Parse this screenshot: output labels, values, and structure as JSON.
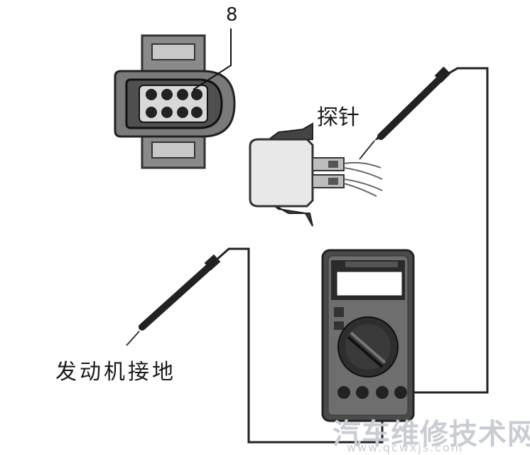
{
  "labels": {
    "pin_number": "8",
    "probe": "探针",
    "engine_ground": "发动机接地"
  },
  "watermark": {
    "main": "汽车维修技术网",
    "url": "www.qcwxjs.com"
  }
}
